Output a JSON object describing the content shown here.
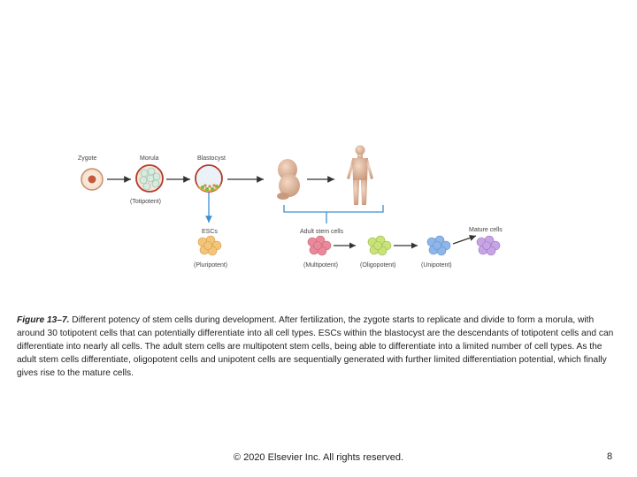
{
  "diagram": {
    "stages": {
      "zygote": "Zygote",
      "morula": "Morula",
      "blastocyst": "Blastocyst",
      "escs": "ESCs",
      "adult_stem_cells": "Adult stem cells",
      "mature_cells": "Mature cells"
    },
    "potency": {
      "totipotent": "(Totipotent)",
      "pluripotent": "(Pluripotent)",
      "multipotent": "(Multipotent)",
      "oligopotent": "(Oligopotent)",
      "unipotent": "(Unipotent)"
    },
    "colors": {
      "arrow": "#333333",
      "guide_line": "#3d8fd1",
      "multipotent": "#e88a9a",
      "oligopotent": "#c9e27a",
      "unipotent": "#8fb6ea",
      "mature": "#c7a4e4",
      "escs": "#f2c57a"
    }
  },
  "caption": {
    "figure_label": "Figure 13–7.",
    "text": " Different potency of stem cells during development. After fertilization, the zygote starts to replicate and divide to form a morula, with around 30 totipotent cells that can potentially differentiate into all cell types. ESCs within the blastocyst are the descendants of totipotent cells and can differentiate into nearly all cells. The adult stem cells are multipotent stem cells, being able to differentiate into a limited number of cell types. As the adult stem cells differentiate, oligopotent cells and unipotent cells are sequentially generated with further limited differentiation potential, which finally gives rise to the mature cells."
  },
  "footer": {
    "copyright": "© 2020 Elsevier Inc. All rights reserved.",
    "page_number": "8"
  }
}
